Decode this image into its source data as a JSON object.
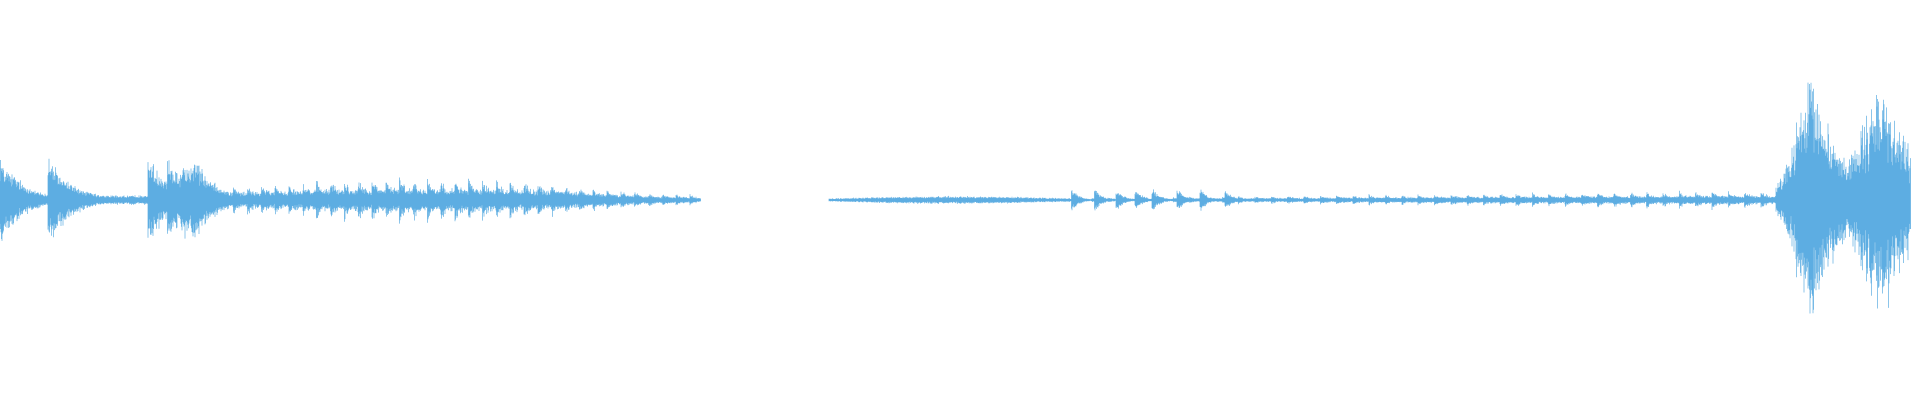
{
  "waveform": {
    "color": "#5dade2",
    "background": "#ffffff",
    "duration_fraction_note": "",
    "segments": [
      {
        "start": 0.0,
        "end": 0.365,
        "base_amp": 0.06,
        "profile": "rising-plateau",
        "transients": [
          0.0,
          0.025,
          0.077,
          0.087,
          0.094,
          0.1
        ],
        "transient_amp": 0.3,
        "transient_decay": 0.012
      },
      {
        "start": 0.432,
        "end": 0.995,
        "base_amp": 0.025,
        "profile": "ramp-to-burst",
        "transients": [
          0.558,
          0.57,
          0.581,
          0.591,
          0.6,
          0.613,
          0.625,
          0.638
        ],
        "transient_amp": 0.08,
        "transient_decay": 0.004,
        "burst": {
          "start": 0.925,
          "end": 1.0,
          "peak_amp": 0.95,
          "peaks": [
            0.944,
            0.98
          ]
        }
      }
    ]
  }
}
